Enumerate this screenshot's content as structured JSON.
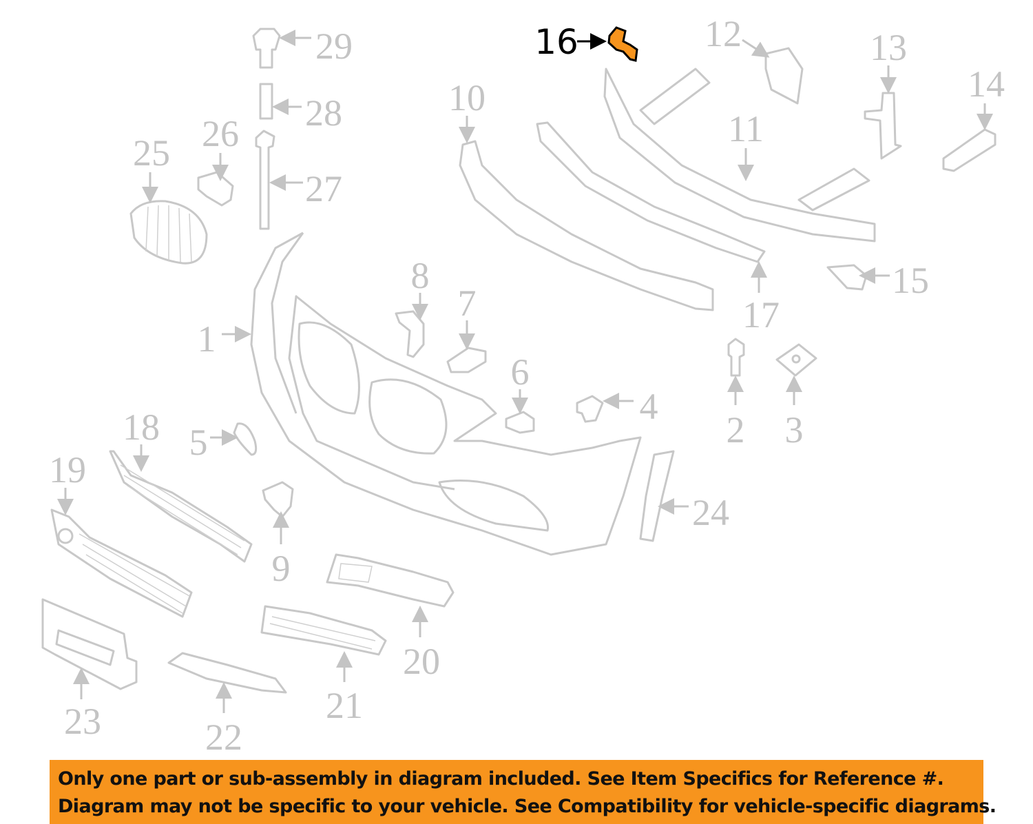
{
  "diagram": {
    "highlight_color": "#f7941d",
    "part_color": "#c8c8c8",
    "highlighted_part": "16",
    "callouts": [
      "1",
      "2",
      "3",
      "4",
      "5",
      "6",
      "7",
      "8",
      "9",
      "10",
      "11",
      "12",
      "13",
      "14",
      "15",
      "16",
      "17",
      "18",
      "19",
      "20",
      "21",
      "22",
      "23",
      "24",
      "25",
      "26",
      "27",
      "28",
      "29"
    ]
  },
  "notice": {
    "background": "#f7941d",
    "line1": "Only one part or sub-assembly in diagram included. See Item Specifics for Reference #.",
    "line2": "Diagram may not be specific to your vehicle. See Compatibility for vehicle-specific diagrams."
  }
}
